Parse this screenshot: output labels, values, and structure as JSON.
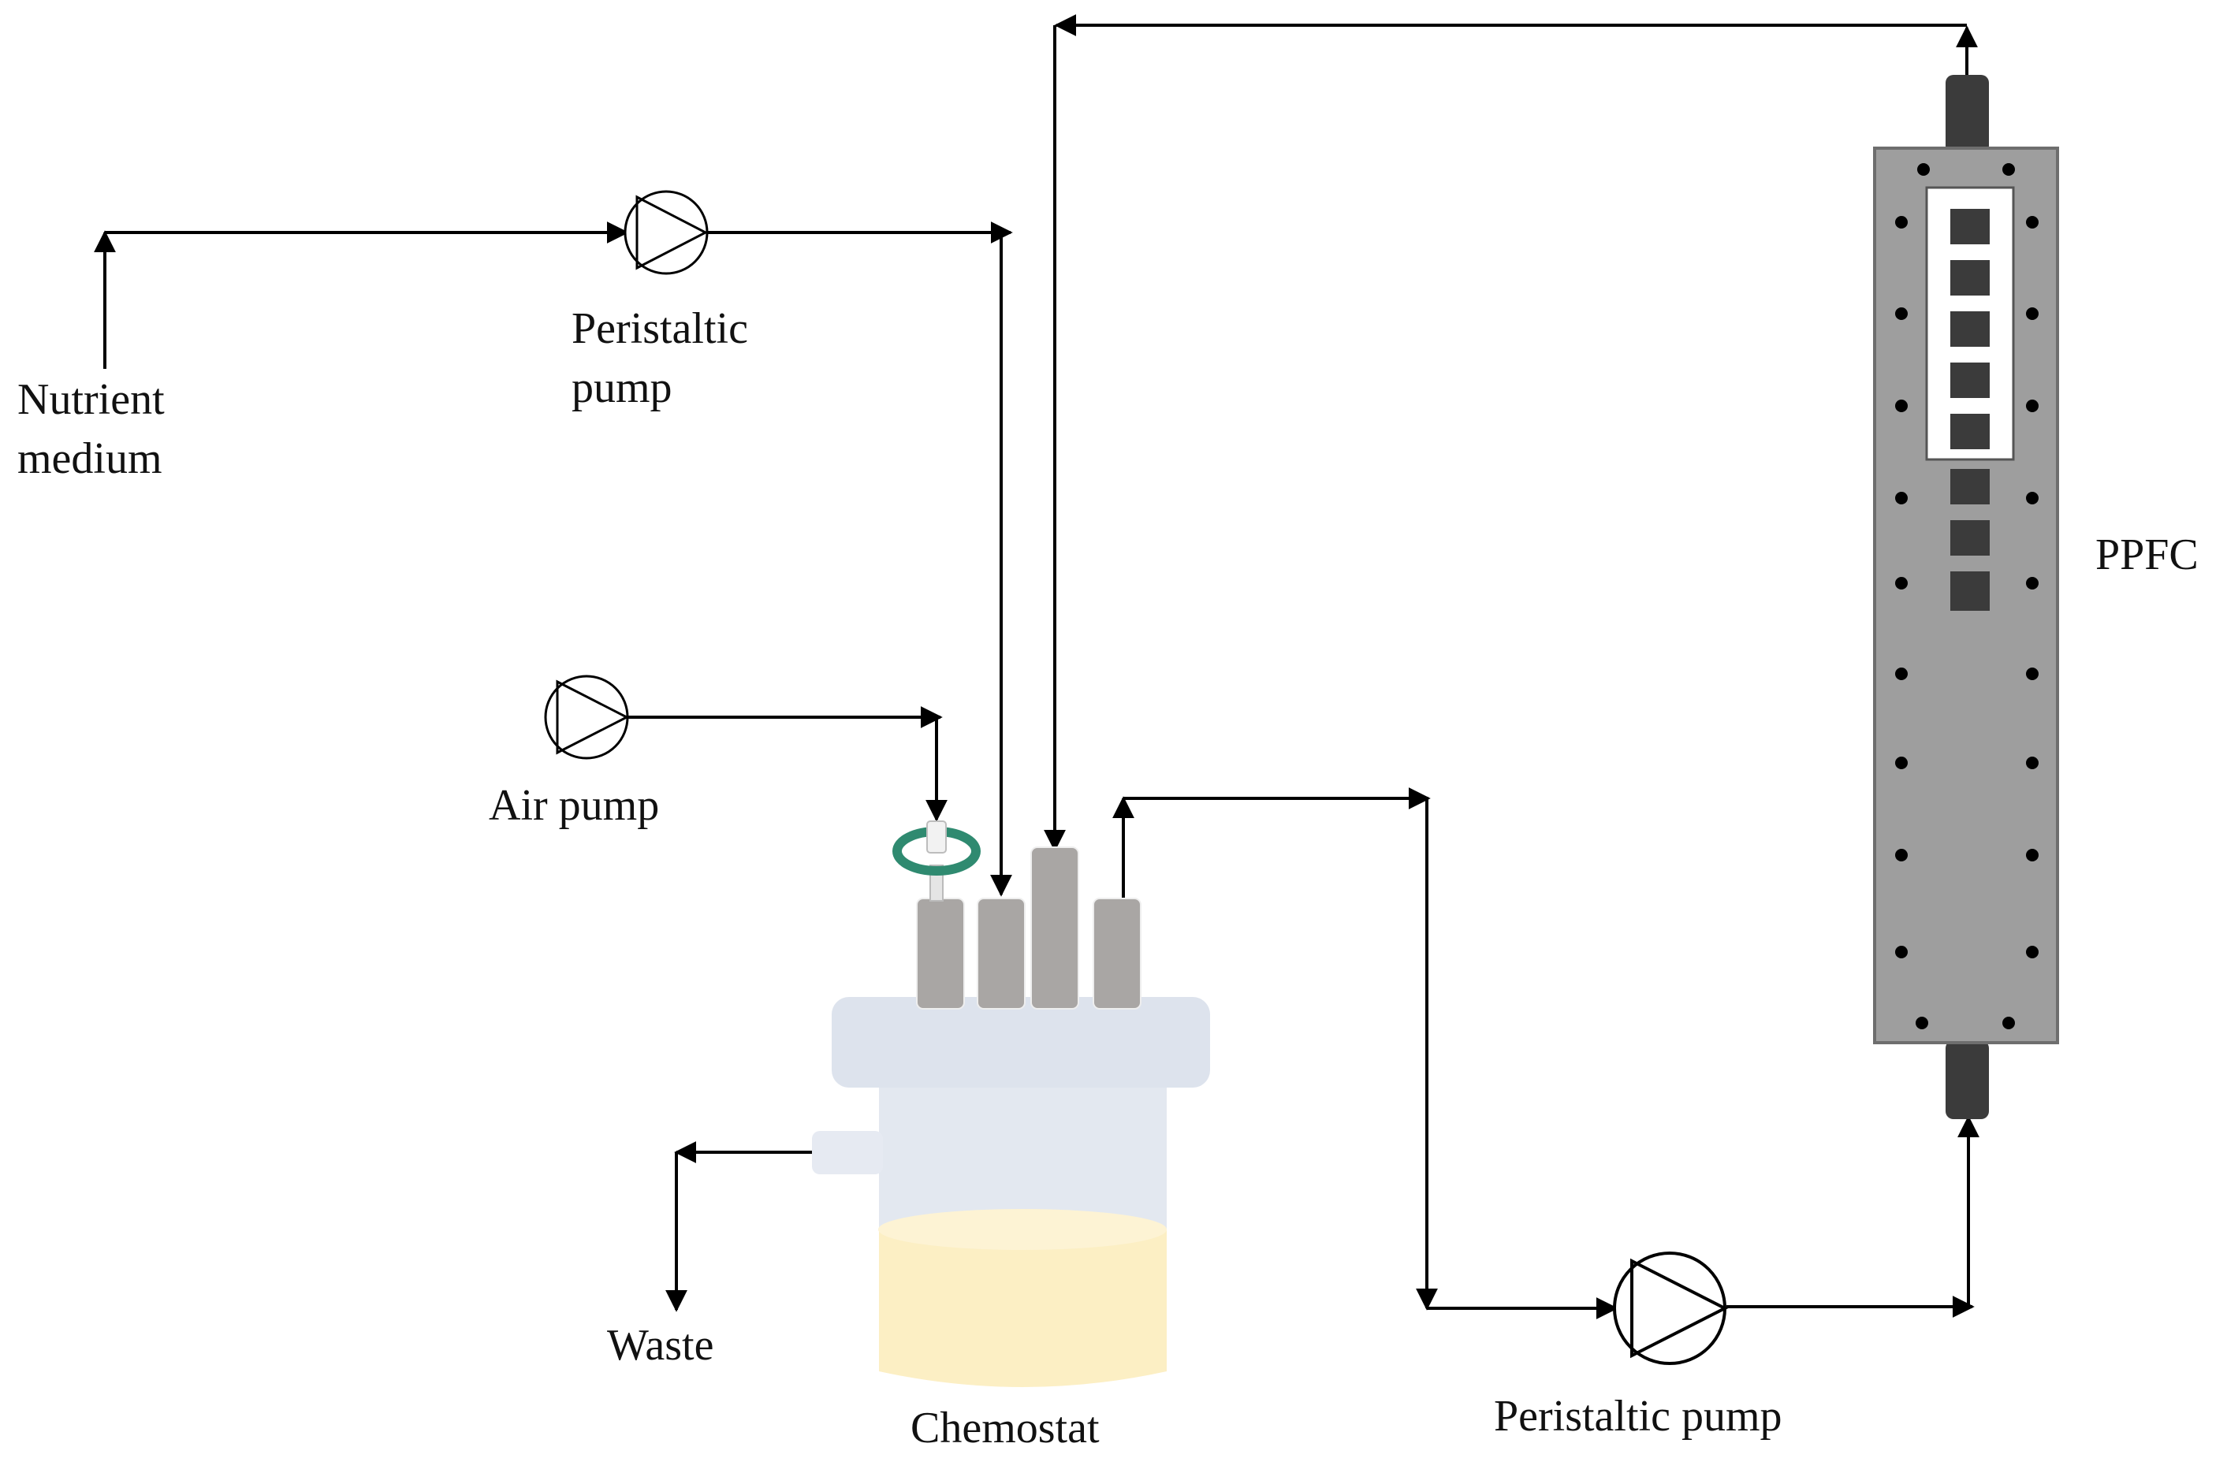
{
  "labels": {
    "nutrient_line1": "Nutrient",
    "nutrient_line2": "medium",
    "pump_top_line1": "Peristaltic",
    "pump_top_line2": "pump",
    "air_pump": "Air pump",
    "waste": "Waste",
    "chemostat": "Chemostat",
    "pump_bottom": "Peristaltic pump",
    "ppfc": "PPFC"
  },
  "colors": {
    "line": "#000000",
    "vessel_lid": "#dde3ed",
    "vessel_body": "#e3e8f0",
    "medium": "#fcefc4",
    "port": "#a9a6a4",
    "filter_ring": "#2f8a70",
    "flow_cell": "#9e9e9e",
    "coupon": "#3b3b3b",
    "window": "#ffffff"
  }
}
